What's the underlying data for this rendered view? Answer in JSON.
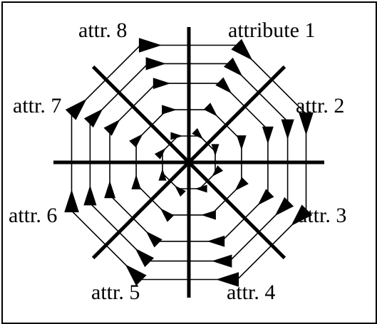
{
  "diagram": {
    "axis_labels": [
      "attribute 1",
      "attr. 2",
      "attr. 3",
      "attr. 4",
      "attr. 5",
      "attr. 6",
      "attr. 7",
      "attr. 8"
    ],
    "ring_count": 5,
    "axis_count": 8,
    "line_color": "#000000",
    "background_color": "#ffffff"
  }
}
